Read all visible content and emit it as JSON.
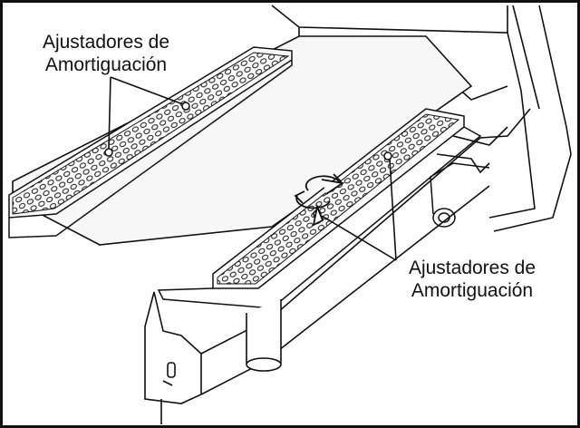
{
  "callouts": {
    "top": {
      "line1": "Ajustadores de",
      "line2": "Amortiguación"
    },
    "bottom": {
      "line1": "Ajustadores de",
      "line2": "Amortiguación"
    }
  },
  "colors": {
    "ink": "#111111",
    "paper": "#ffffff",
    "deck": "#f7f7f7"
  },
  "icons": {
    "rotate": "rotate-arrows-icon"
  }
}
